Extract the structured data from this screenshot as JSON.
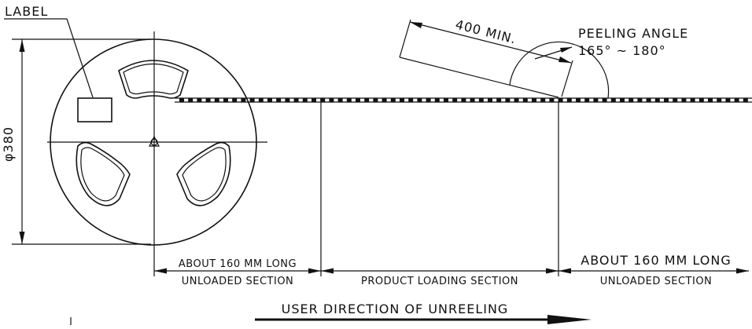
{
  "labels": {
    "label": "LABEL",
    "diameter": "φ380",
    "min_length": "400 MIN.",
    "peeling_angle_title": "PEELING ANGLE",
    "peeling_angle_range": "165° ~ 180°",
    "left_length": "ABOUT 160 MM LONG",
    "left_section": "UNLOADED SECTION",
    "middle_section": "PRODUCT LOADING SECTION",
    "right_length": "ABOUT 160 MM LONG",
    "right_section": "UNLOADED SECTION",
    "direction": "USER DIRECTION OF UNREELING"
  }
}
